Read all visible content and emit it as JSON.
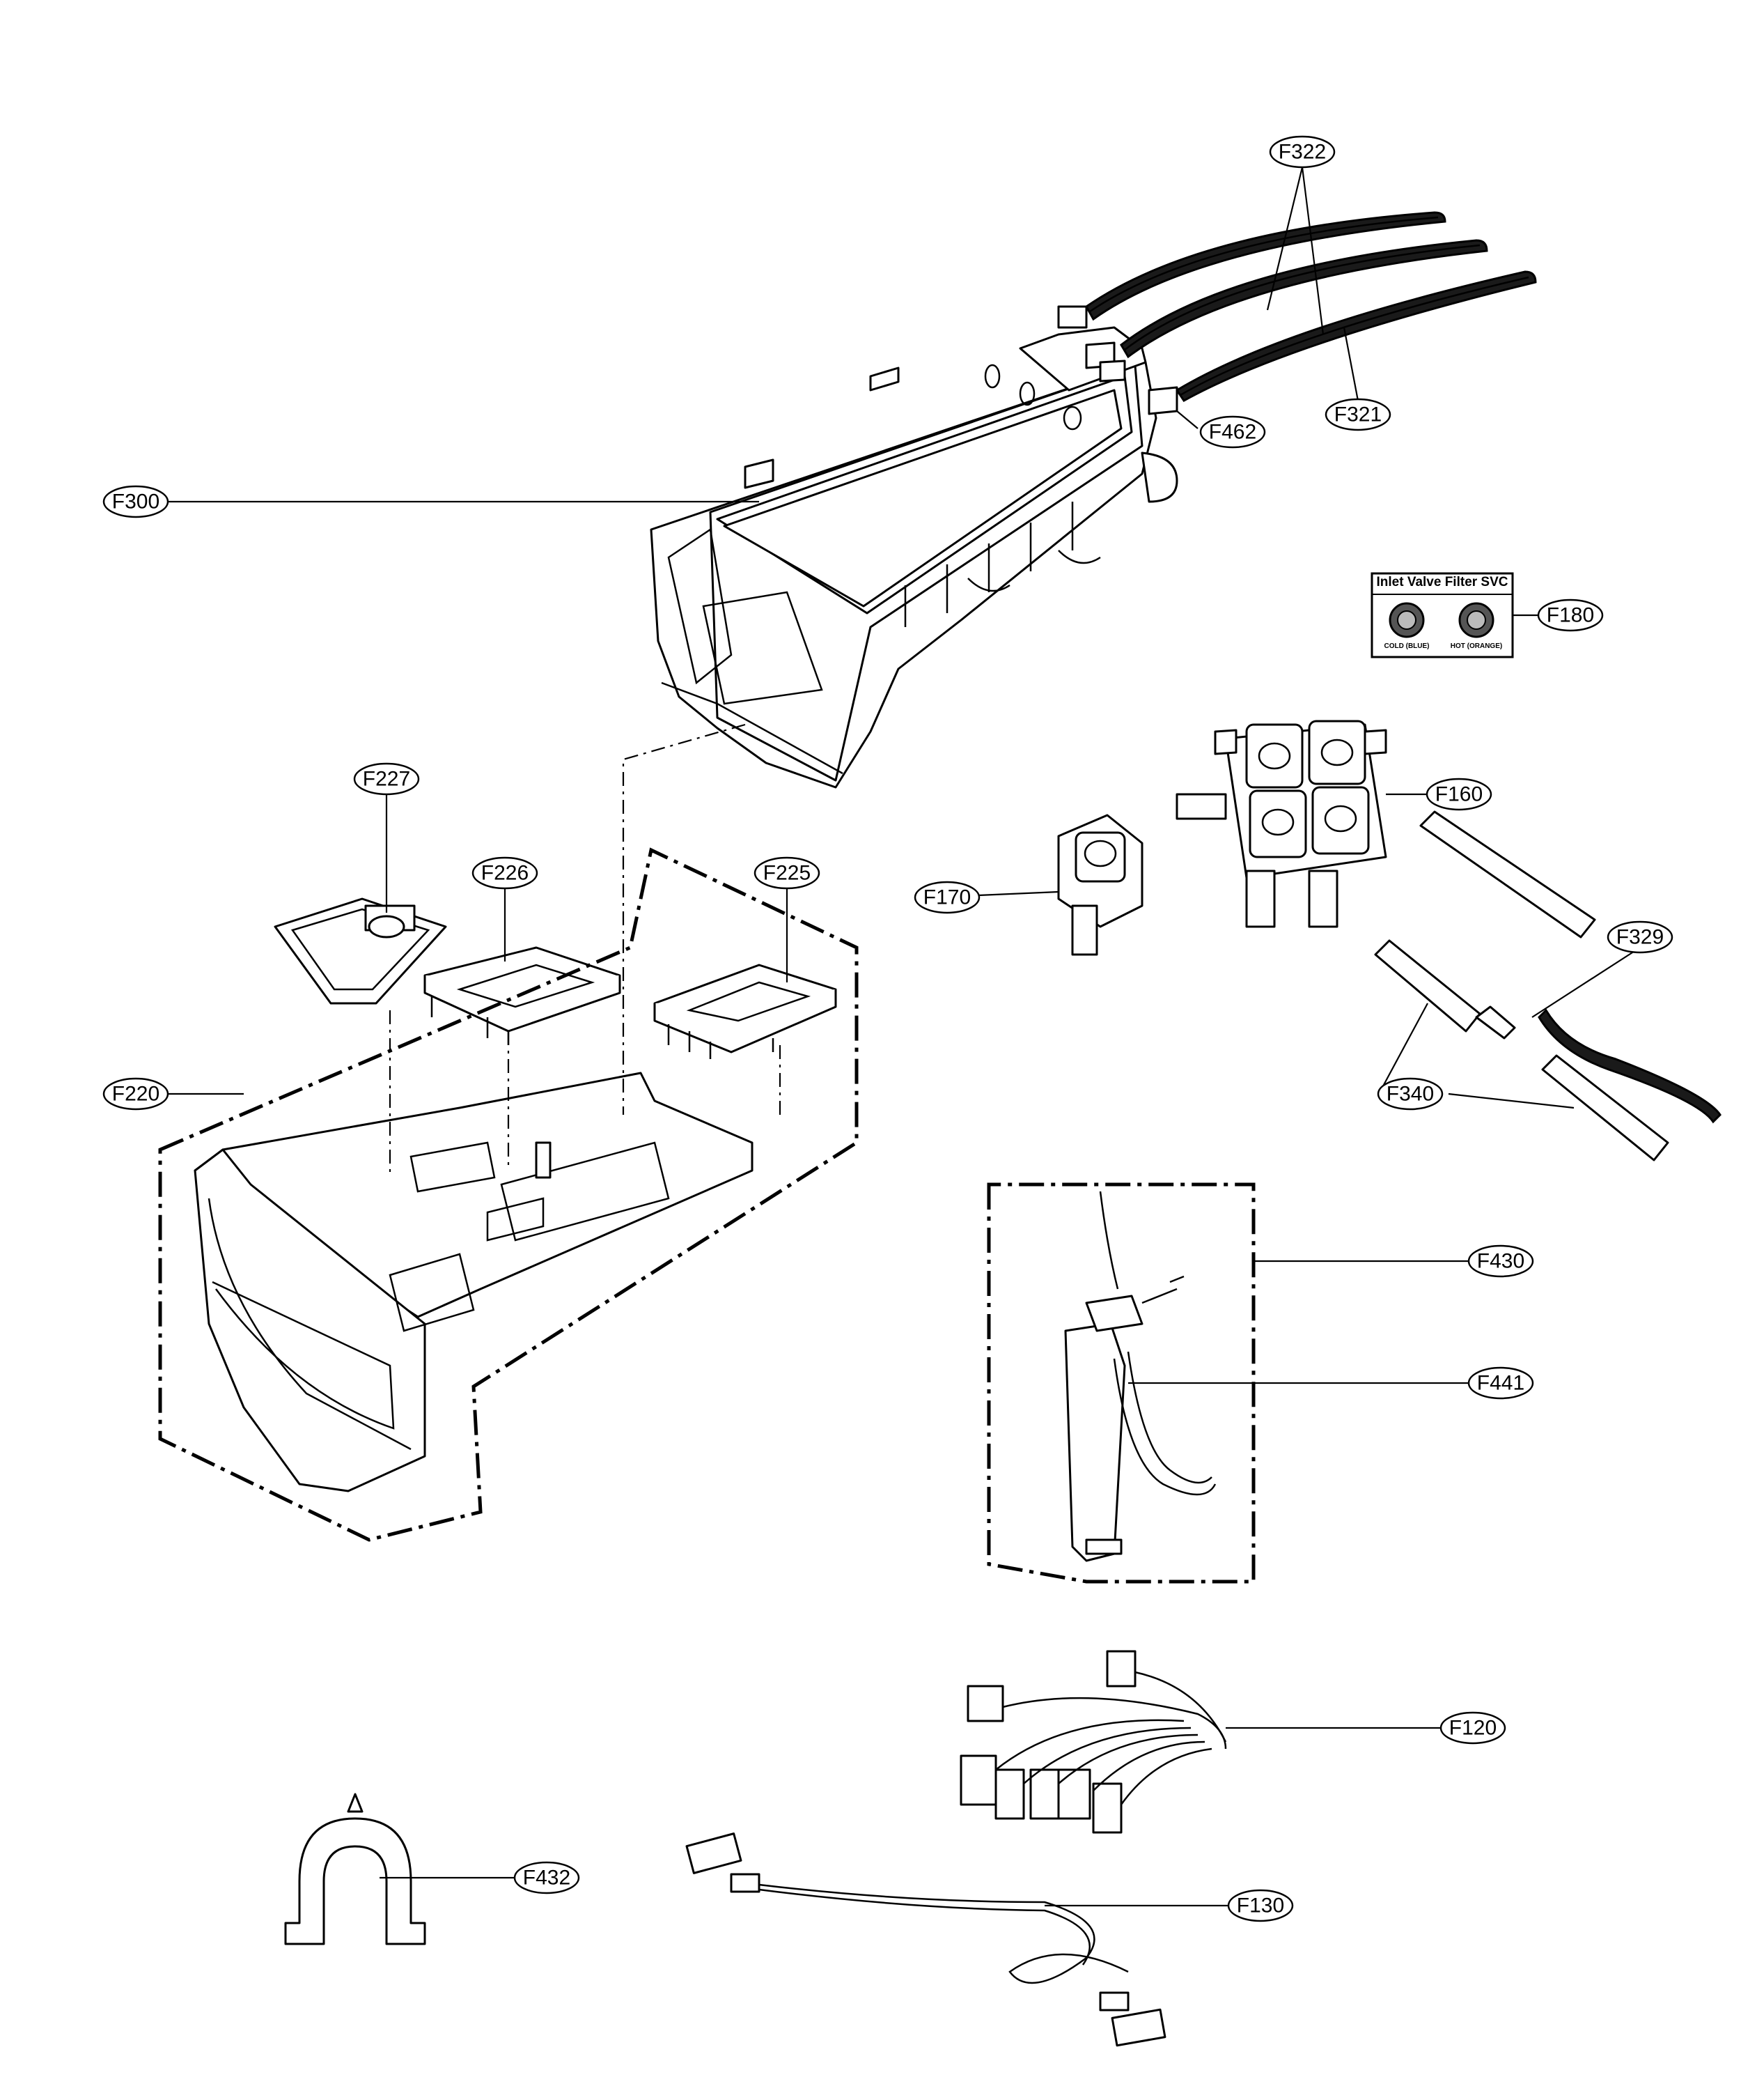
{
  "callouts": {
    "F322": "F322",
    "F321": "F321",
    "F462": "F462",
    "F300": "F300",
    "F180": "F180",
    "F160": "F160",
    "F170": "F170",
    "F329": "F329",
    "F340": "F340",
    "F227": "F227",
    "F226": "F226",
    "F225": "F225",
    "F220": "F220",
    "F430": "F430",
    "F441": "F441",
    "F120": "F120",
    "F432": "F432",
    "F130": "F130"
  },
  "filter_kit": {
    "title": "Inlet Valve Filter SVC",
    "cold_label": "COLD (BLUE)",
    "hot_label": "HOT (ORANGE)"
  }
}
